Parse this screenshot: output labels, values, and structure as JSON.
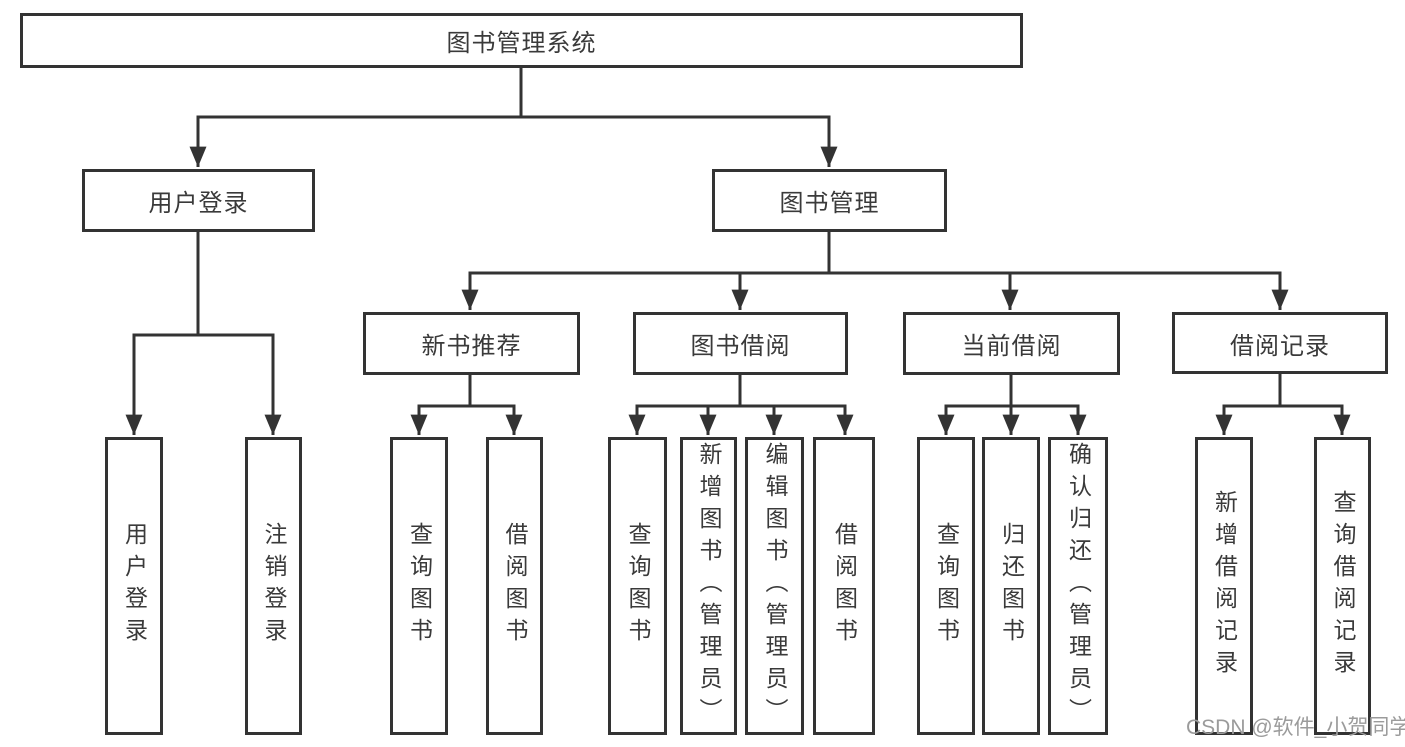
{
  "colors": {
    "line": "#333333",
    "box_border": "#333333",
    "text": "#3a3a3a",
    "watermark": "#9b9b9b",
    "background": "#ffffff"
  },
  "watermark": {
    "text": "CSDN @软件_小贺同学"
  },
  "diagram": {
    "root": {
      "label": "图书管理系统"
    },
    "branches": [
      {
        "label": "用户登录",
        "children": [
          {
            "label": "用户登录"
          },
          {
            "label": "注销登录"
          }
        ]
      },
      {
        "label": "图书管理",
        "groups": [
          {
            "label": "新书推荐",
            "children": [
              {
                "label": "查询图书"
              },
              {
                "label": "借阅图书"
              }
            ]
          },
          {
            "label": "图书借阅",
            "children": [
              {
                "label": "查询图书"
              },
              {
                "label": "新增图书（管理员）"
              },
              {
                "label": "编辑图书（管理员）"
              },
              {
                "label": "借阅图书"
              }
            ]
          },
          {
            "label": "当前借阅",
            "children": [
              {
                "label": "查询图书"
              },
              {
                "label": "归还图书"
              },
              {
                "label": "确认归还（管理员）"
              }
            ]
          },
          {
            "label": "借阅记录",
            "children": [
              {
                "label": "新增借阅记录"
              },
              {
                "label": "查询借阅记录"
              }
            ]
          }
        ]
      }
    ]
  }
}
